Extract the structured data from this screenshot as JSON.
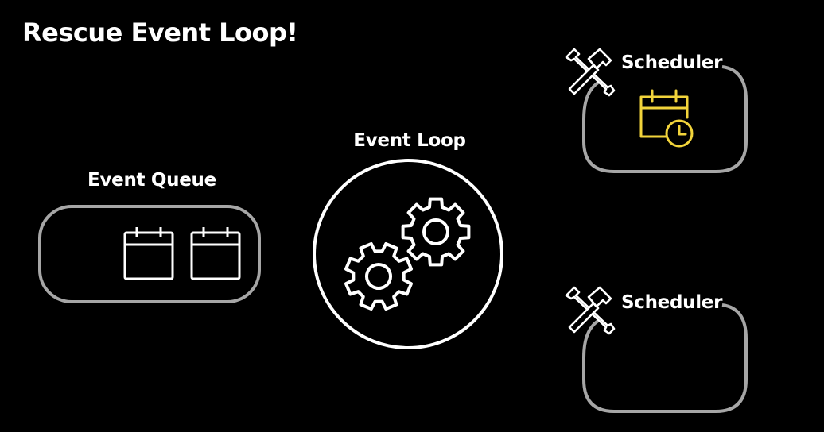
{
  "title": "Rescue Event Loop!",
  "event_queue": {
    "label": "Event Queue"
  },
  "event_loop": {
    "label": "Event Loop"
  },
  "schedulers": [
    {
      "label": "Scheduler"
    },
    {
      "label": "Scheduler"
    }
  ],
  "colors": {
    "background": "#000000",
    "foreground": "#ffffff",
    "box_stroke": "#a6a6a6",
    "accent_calendar": "#f2d43b"
  },
  "icons": {
    "queue_items": [
      "calendar-icon",
      "calendar-icon"
    ],
    "event_loop": "gears-icon",
    "scheduler_badge": "hammer-wrench-icon",
    "scheduler_item": "calendar-clock-icon"
  }
}
